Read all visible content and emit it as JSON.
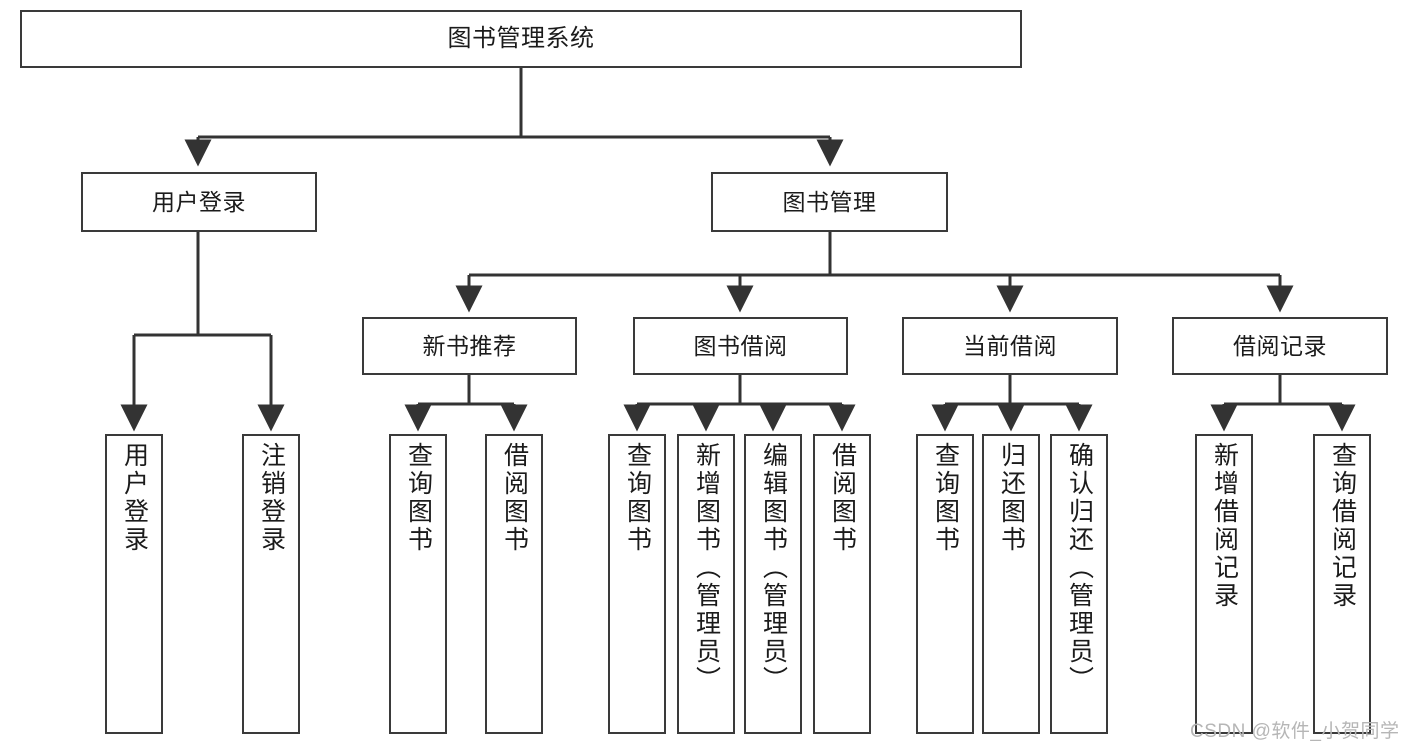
{
  "diagram": {
    "title": "图书管理系统",
    "type": "tree-hierarchy-chart",
    "orientation": "top-down",
    "colors": {
      "box_border": "#3a3a3a",
      "box_fill": "#ffffff",
      "connector": "#333333",
      "text": "#1b1b1b",
      "watermark": "#b6b6b6",
      "background": "#ffffff"
    }
  },
  "root": {
    "label": "图书管理系统"
  },
  "level2": [
    {
      "label": "用户登录"
    },
    {
      "label": "图书管理"
    }
  ],
  "level3": [
    {
      "label": "新书推荐"
    },
    {
      "label": "图书借阅"
    },
    {
      "label": "当前借阅"
    },
    {
      "label": "借阅记录"
    }
  ],
  "leaves": {
    "user_login": [
      {
        "label": "用户登录"
      },
      {
        "label": "注销登录"
      }
    ],
    "new_book_recommend": [
      {
        "label": "查询图书"
      },
      {
        "label": "借阅图书"
      }
    ],
    "book_borrow": [
      {
        "label": "查询图书"
      },
      {
        "label": "新增图书（管理员）"
      },
      {
        "label": "编辑图书（管理员）"
      },
      {
        "label": "借阅图书"
      }
    ],
    "current_borrow": [
      {
        "label": "查询图书"
      },
      {
        "label": "归还图书"
      },
      {
        "label": "确认归还（管理员）"
      }
    ],
    "borrow_records": [
      {
        "label": "新增借阅记录"
      },
      {
        "label": "查询借阅记录"
      }
    ]
  },
  "watermark": {
    "text": "CSDN @软件_小贺同学"
  }
}
